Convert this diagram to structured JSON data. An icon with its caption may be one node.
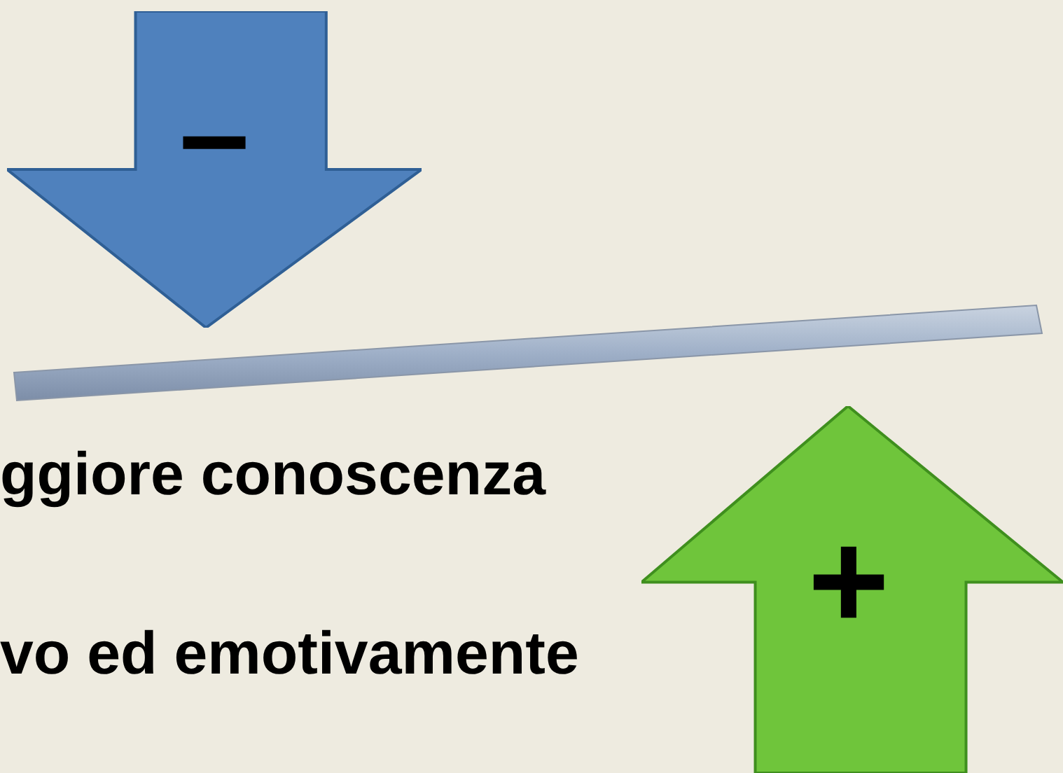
{
  "diagram": {
    "nodes": [
      {
        "text": [
          "–"
        ]
      },
      {
        "text": [],
        "shape": "bar"
      },
      {
        "text": [
          "+"
        ]
      }
    ],
    "labels": [
      "ggiore conoscenza",
      "vo ed emotivamente"
    ]
  }
}
